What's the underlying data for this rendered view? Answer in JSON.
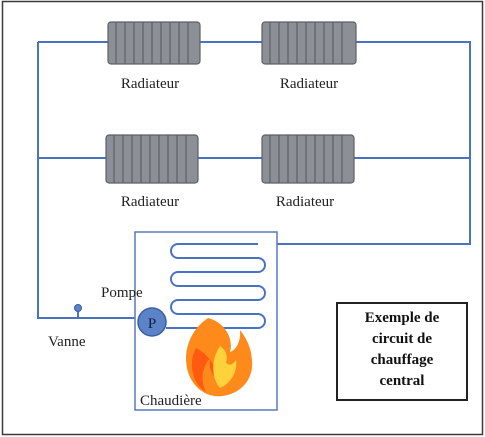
{
  "diagram": {
    "radiators": [
      {
        "label": "Radiateur"
      },
      {
        "label": "Radiateur"
      },
      {
        "label": "Radiateur"
      },
      {
        "label": "Radiateur"
      }
    ],
    "pump": {
      "symbol": "P",
      "label": "Pompe"
    },
    "valve": {
      "label": "Vanne"
    },
    "boiler": {
      "label": "Chaudière"
    },
    "caption": {
      "line1": "Exemple de",
      "line2": "circuit de",
      "line3": "chauffage",
      "line4": "central"
    }
  },
  "colors": {
    "pipe": "#4a72c4",
    "radiator_fill": "#8c8f95",
    "radiator_fin_line": "#5d6066",
    "pump_fill": "#5b84c8",
    "flame_outer": "#ff8a1c",
    "flame_inner": "#ffd23c",
    "border": "#3a3a3a"
  }
}
